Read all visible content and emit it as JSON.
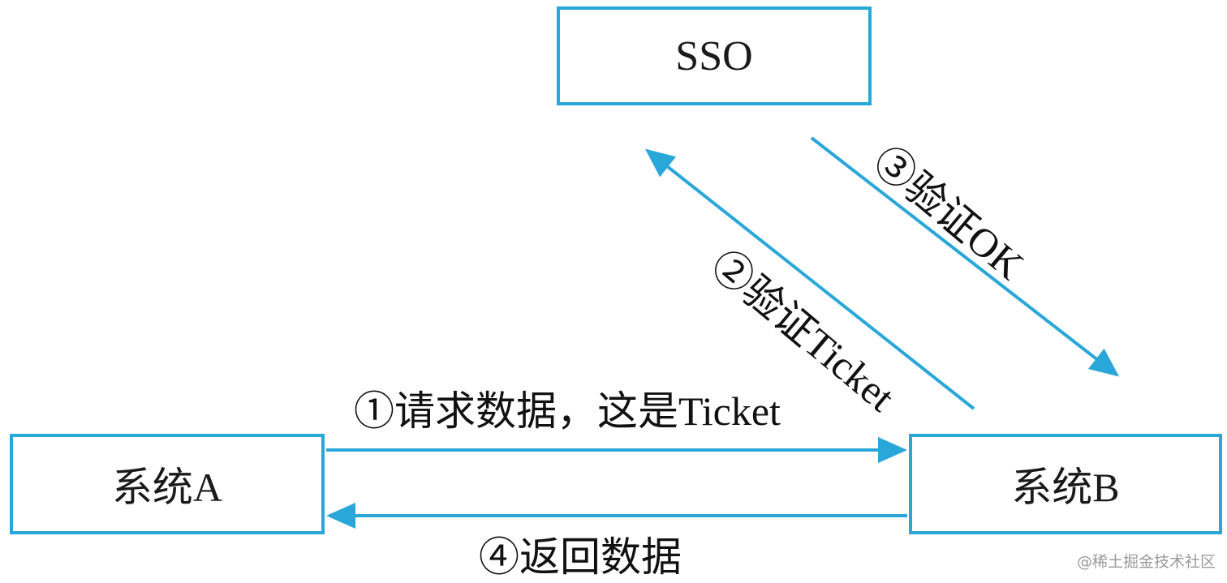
{
  "nodes": {
    "sso": "SSO",
    "system_a": "系统A",
    "system_b": "系统B"
  },
  "steps": {
    "step1": "①请求数据，这是Ticket",
    "step2": "②验证Ticket",
    "step3": "③验证OK",
    "step4": "④返回数据"
  },
  "watermark": "@稀土掘金技术社区",
  "colors": {
    "accent": "#2aa7d9",
    "text": "#111111"
  }
}
